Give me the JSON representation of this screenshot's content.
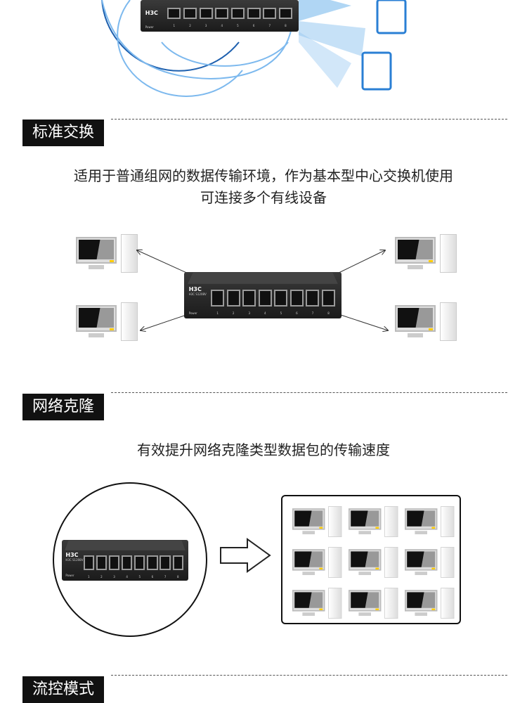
{
  "device": {
    "brand": "H3C",
    "model": "H3C S1208V",
    "power_label": "Power",
    "ports": [
      "1",
      "2",
      "3",
      "4",
      "5",
      "6",
      "7",
      "8"
    ]
  },
  "sections": [
    {
      "title": "标准交换",
      "desc_line1": "适用于普通组网的数据传输环境，作为基本型中心交换机使用",
      "desc_line2": "可连接多个有线设备"
    },
    {
      "title": "网络克隆",
      "desc_line1": "有效提升网络克隆类型数据包的传输速度"
    },
    {
      "title": "流控模式"
    }
  ],
  "colors": {
    "header_bg": "#111111",
    "wifi_blue": "#3b8ee0"
  }
}
